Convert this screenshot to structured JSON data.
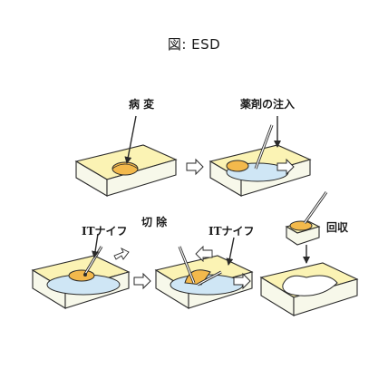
{
  "title": "図: ESD",
  "labels": {
    "lesion": "病 変",
    "injection": "薬剤の注入",
    "cutting": "切 除",
    "it_knife_1": "ITナイフ",
    "it_knife_2": "ITナイフ",
    "retrieval": "回収"
  },
  "colors": {
    "tissue_top": "#fbf3b4",
    "tissue_side": "#f7f8ea",
    "lesion": "#f3b94c",
    "fluid": "#cfe6f5",
    "outline": "#2a2a2a"
  }
}
